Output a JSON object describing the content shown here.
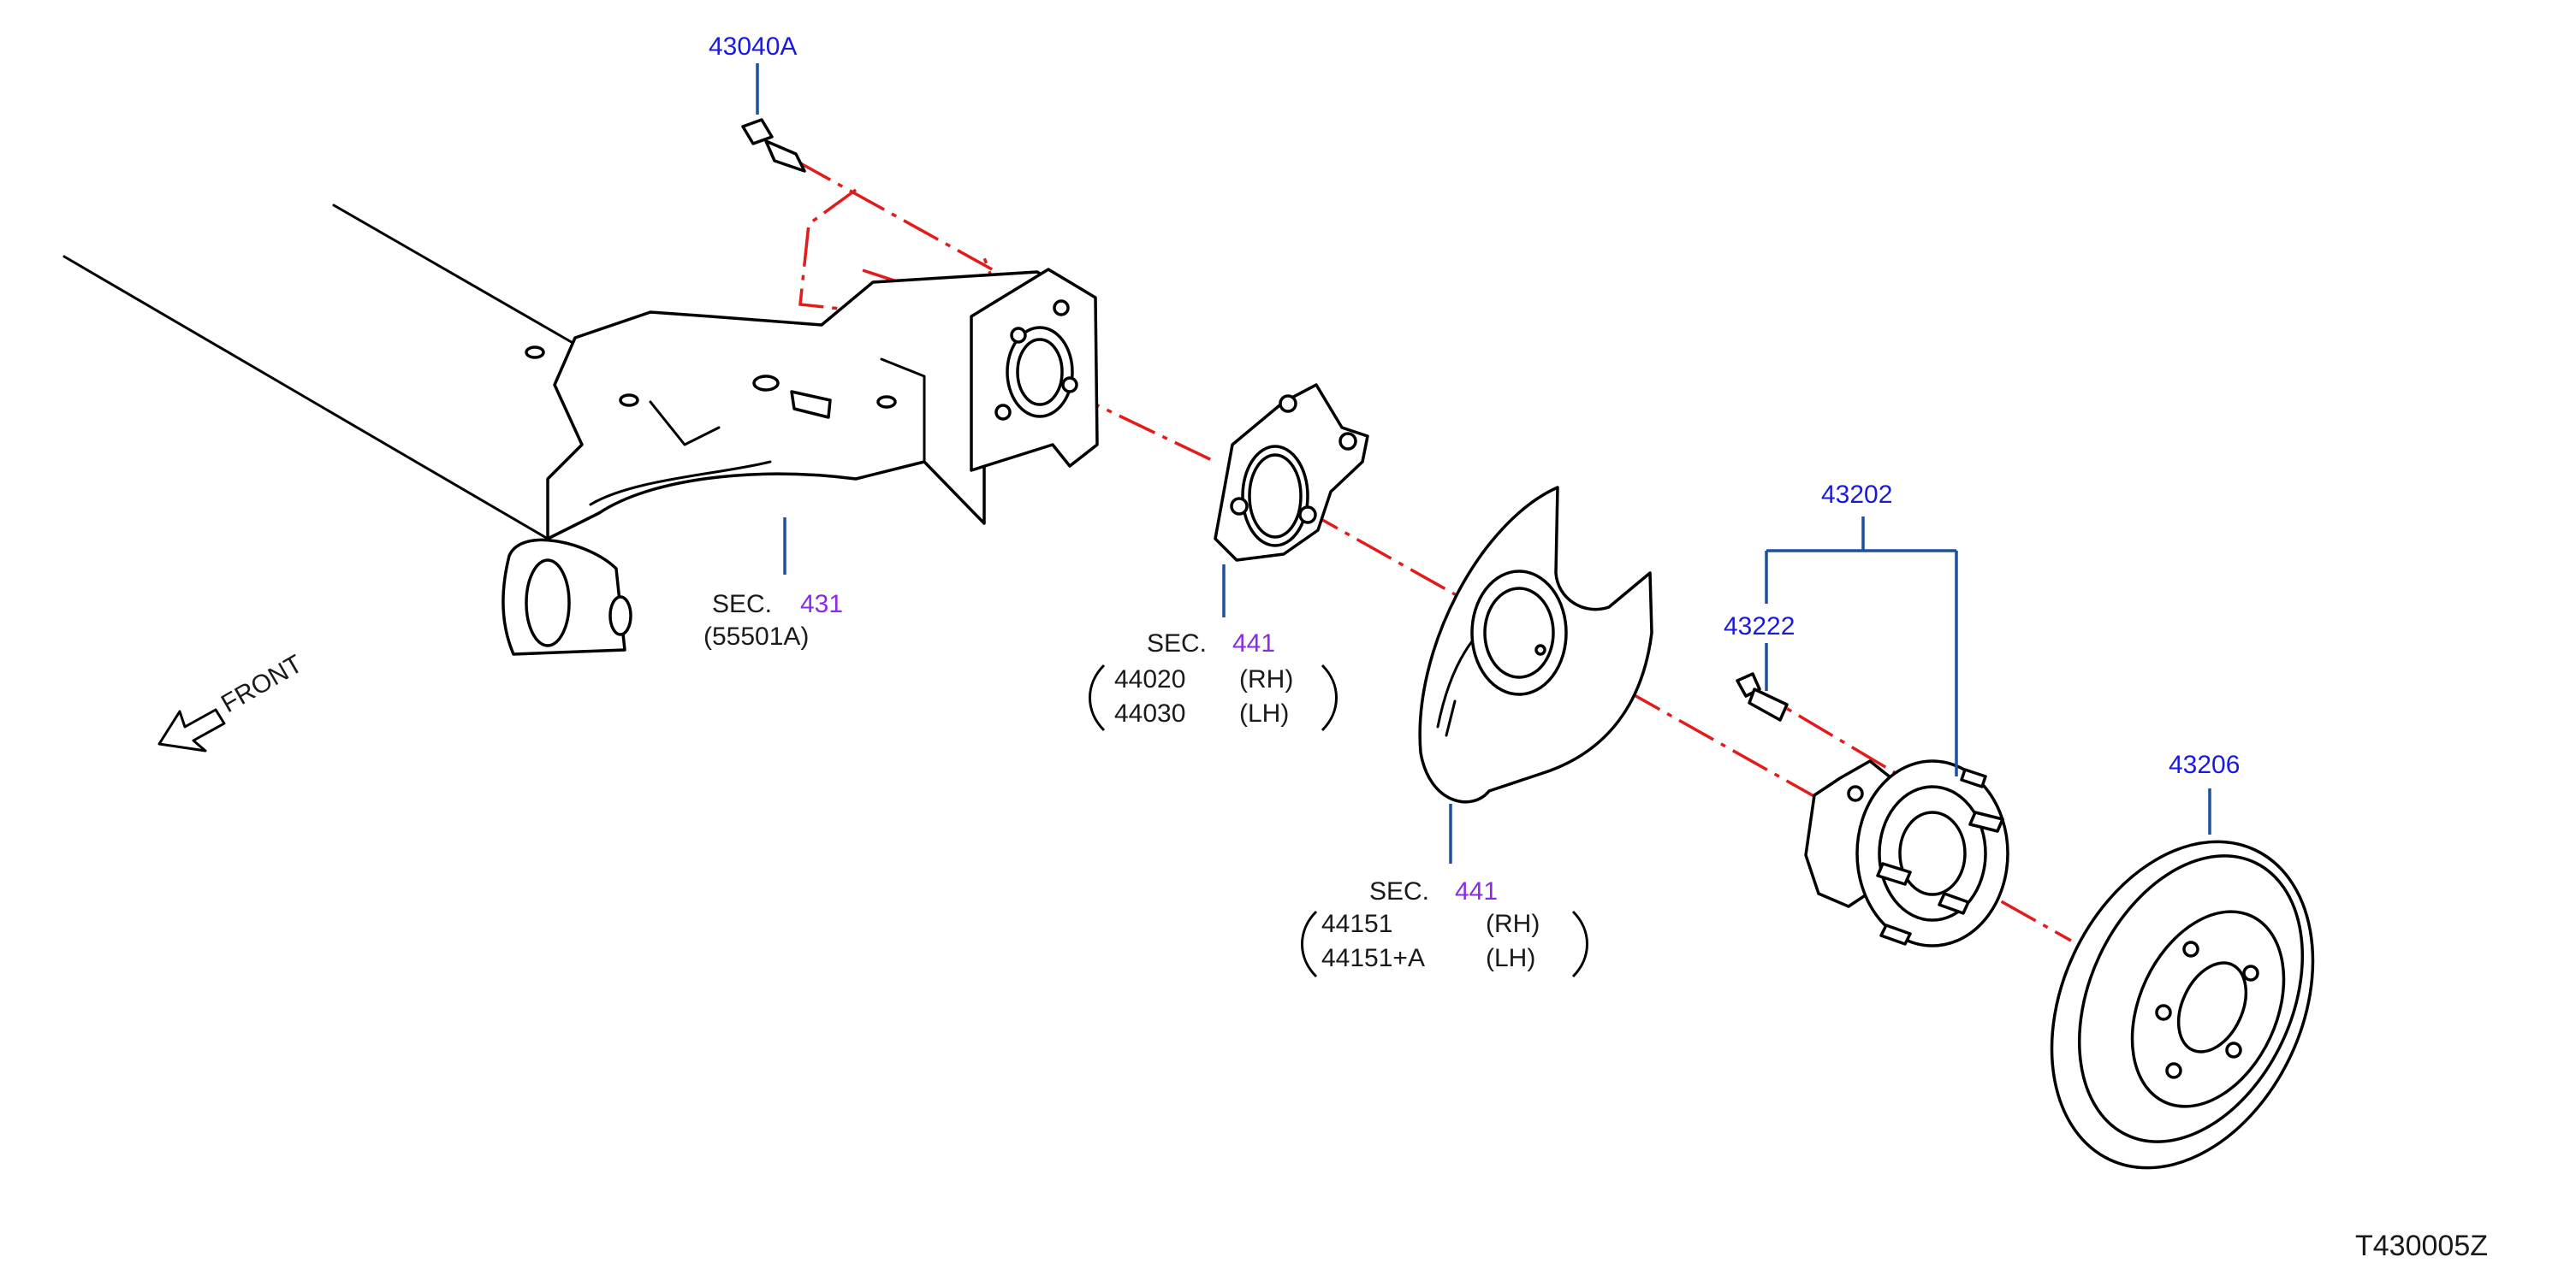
{
  "colors": {
    "callout": "#1a1adc",
    "section_number": "#8a2be2",
    "leader_line": "#1f4fa0",
    "center_axis": "#e31b1b",
    "linework": "#000000"
  },
  "callouts": {
    "bolt": "43040A",
    "hub_assembly": "43202",
    "hub_bolt": "43222",
    "disc_rotor": "43206"
  },
  "sections": {
    "axle": {
      "label": "SEC.",
      "number": "431",
      "sub": "(55501A)"
    },
    "backing_plate": {
      "label": "SEC.",
      "number": "441",
      "rows": [
        {
          "part": "44020",
          "side": "(RH)"
        },
        {
          "part": "44030",
          "side": "(LH)"
        }
      ]
    },
    "dust_shield": {
      "label": "SEC.",
      "number": "441",
      "rows": [
        {
          "part": "44151",
          "side": "(RH)"
        },
        {
          "part": "44151+A",
          "side": "(LH)"
        }
      ]
    }
  },
  "front_indicator": {
    "label": "FRONT",
    "icon": "front-arrow-icon"
  },
  "diagram_ref": "T430005Z"
}
